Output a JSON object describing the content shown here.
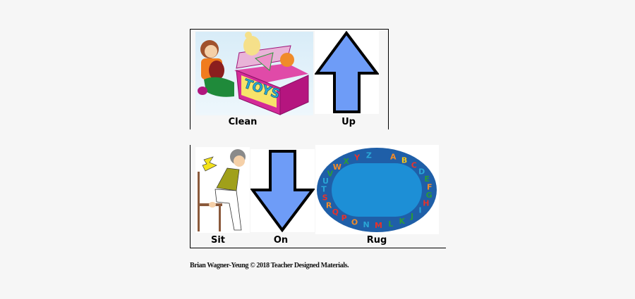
{
  "cards": [
    {
      "label": "Clean",
      "image": "child-cleaning-toy-box"
    },
    {
      "label": "Up",
      "image": "up-arrow"
    },
    {
      "label": "Sit",
      "image": "person-sitting-on-chair"
    },
    {
      "label": "On",
      "image": "down-arrow"
    },
    {
      "label": "Rug",
      "image": "alphabet-rug"
    }
  ],
  "toybox_text": "TOYS",
  "rug_letters": "ABCDEFGHIJKLMNOPQRSTUVWXYZ",
  "footer": "Brian Wagner-Yeung © 2018 Teacher Designed Materials.",
  "colors": {
    "arrow": "#6e9cf7",
    "rug_outer": "#1f5fa8",
    "rug_inner": "#1d8fd6",
    "toybox": "#c41c8c"
  }
}
